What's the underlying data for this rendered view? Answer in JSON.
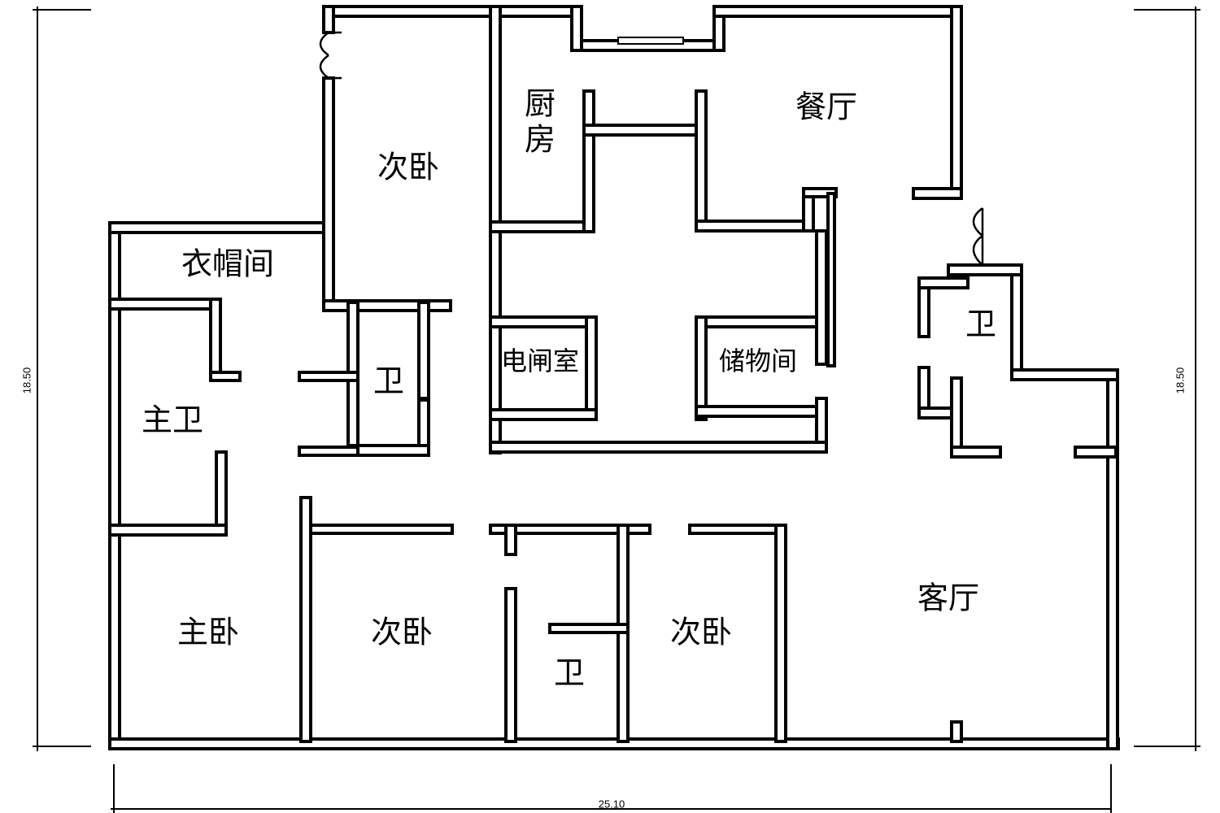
{
  "rooms": {
    "second_bedroom_north": "次卧",
    "kitchen_line1": "厨",
    "kitchen_line2": "房",
    "dining_room": "餐厅",
    "cloakroom": "衣帽间",
    "master_bath": "主卫",
    "bath_center": "卫",
    "electrical_room": "电闸室",
    "storage_room": "储物间",
    "bath_east": "卫",
    "master_bedroom": "主卧",
    "second_bedroom_south_left": "次卧",
    "bath_south": "卫",
    "second_bedroom_south_right": "次卧",
    "living_room": "客厅"
  },
  "dimensions": {
    "height_left": "18.50",
    "height_right": "18.50",
    "width_bottom": "25.10"
  }
}
